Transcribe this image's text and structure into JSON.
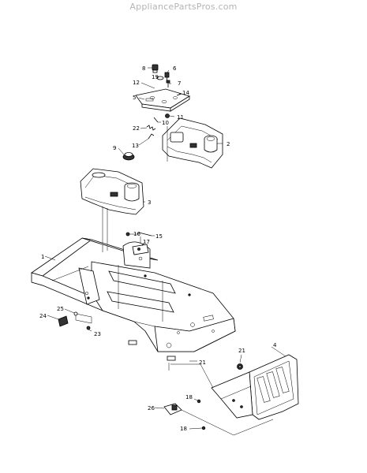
{
  "watermark": "AppliancePartsPros.com",
  "callouts": {
    "c1": "1",
    "c2": "2",
    "c3": "3",
    "c4": "4",
    "c5": "5",
    "c6": "6",
    "c7": "7",
    "c8": "8",
    "c9": "9",
    "c10": "10",
    "c11": "11",
    "c12": "12",
    "c13": "13",
    "c14": "14",
    "c15": "15",
    "c16": "16",
    "c17": "17",
    "c18a": "18",
    "c18b": "18",
    "c19": "19",
    "c21a": "21",
    "c21b": "21",
    "c22": "22",
    "c23": "23",
    "c24": "24",
    "c25": "25",
    "c26": "26"
  }
}
